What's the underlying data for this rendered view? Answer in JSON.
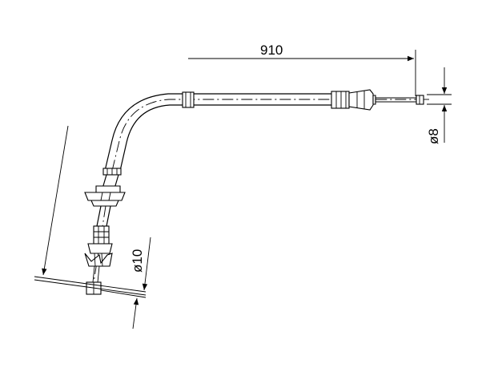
{
  "dimensions": {
    "length": "910",
    "diameter_right": "ø8",
    "diameter_left": "ø10"
  }
}
